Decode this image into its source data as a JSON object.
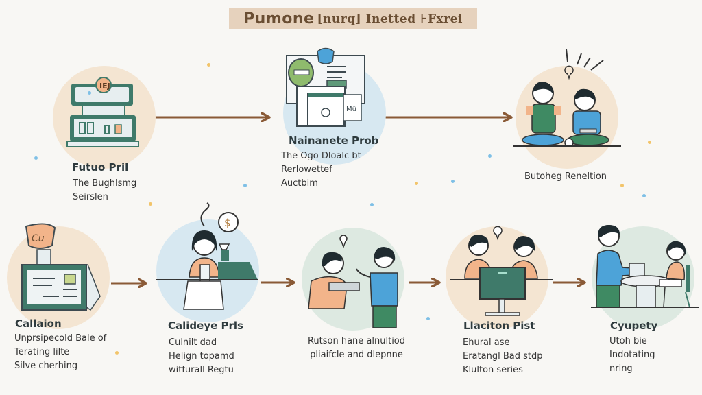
{
  "title": {
    "main": "Pumone",
    "rest": "[nurq] Inetted ⊦Fxrei"
  },
  "colors": {
    "arrow": "#8a5a36",
    "peach": "#f4e5d2",
    "blue": "#d7e8f1",
    "sage": "#dde9e1",
    "teal": "#3f7a6a",
    "orange": "#f2b48a",
    "shirt_blue": "#4da3d8"
  },
  "steps": [
    {
      "id": "1",
      "icon": "computer-terminal-icon",
      "title": "Futuo Pril",
      "desc": "The Bughlsmg\nSeirslen"
    },
    {
      "id": "2",
      "icon": "documents-screen-icon",
      "title": "Nainanete Prob",
      "desc": "The Ogo Dloalc bt\nRerlowettef\nAuctbim"
    },
    {
      "id": "3",
      "icon": "two-people-sitting-icon",
      "title": "",
      "desc": "Butoheg Reneltion"
    },
    {
      "id": "4",
      "icon": "document-monitor-icon",
      "title": "Callaion",
      "desc": "Unprsipecold Bale of\nTerating lilte\nSilve cherhing"
    },
    {
      "id": "5",
      "icon": "person-at-counter-icon",
      "title": "Calideye Prls",
      "desc": "Culnilt dad\nHelign topamd\nwitfurall Regtu"
    },
    {
      "id": "6",
      "icon": "two-people-talking-icon",
      "title": "",
      "desc": "Rutson hane alnultiod\npliaifcle and dlepnne"
    },
    {
      "id": "7",
      "icon": "people-with-monitor-icon",
      "title": "Llaciton Pist",
      "desc": "Ehural ase\nEratangl Bad stdp\nKlulton series"
    },
    {
      "id": "8",
      "icon": "service-desk-icon",
      "title": "Cyupety",
      "desc": "Utoh bie\nIndotating\nnring"
    }
  ],
  "bubble_symbol": "$"
}
